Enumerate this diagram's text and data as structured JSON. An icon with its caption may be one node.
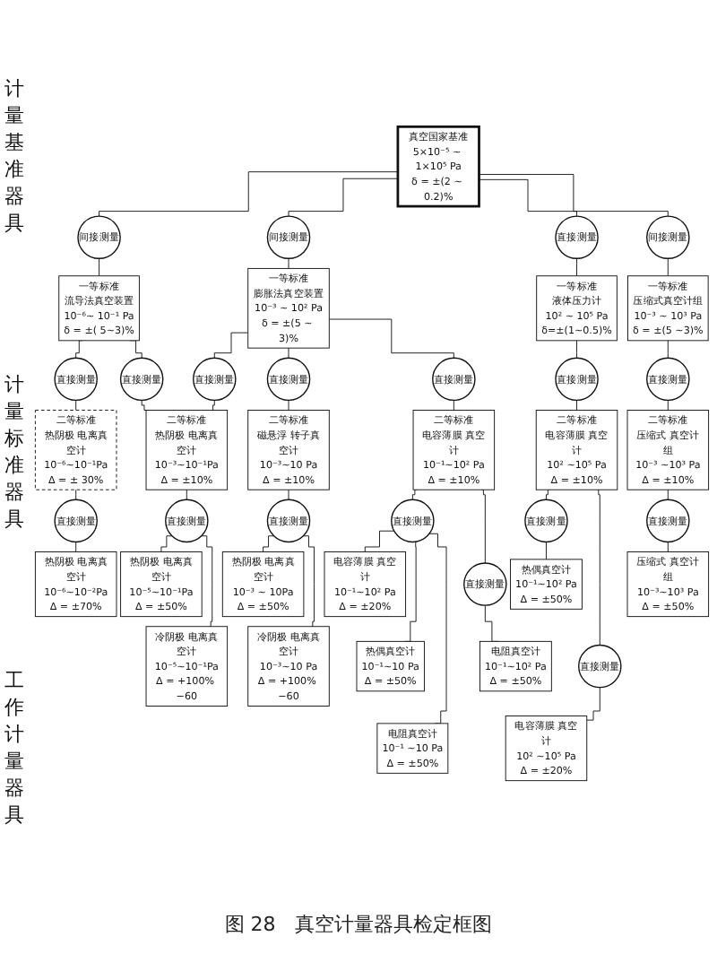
{
  "diagram": {
    "caption": "图 28　真空计量器具检定框图",
    "nodes": [
      {
        "text": [
          "真空国家基准",
          "5×10⁻⁵ ~ 1×10⁵ Pa",
          "δ = ±(2 ~ 0.2)%"
        ]
      },
      {
        "text": [
          "间接测量"
        ]
      },
      {
        "text": [
          "间接测量"
        ]
      },
      {
        "text": [
          "直接测量"
        ]
      },
      {
        "text": [
          "间接测量"
        ]
      },
      {
        "text": [
          "一等标准",
          "流导法真空装置",
          "10⁻⁶~ 10⁻¹ Pa",
          "δ = ±( 5~3)%"
        ]
      },
      {
        "text": [
          "一等标准",
          "膨胀法真空装置",
          "10⁻³ ~ 10² Pa",
          "δ = ±(5 ~ 3)%"
        ]
      },
      {
        "text": [
          "一等标准",
          "液体压力计",
          "10² ~ 10⁵ Pa",
          "δ=±(1~0.5)%"
        ]
      },
      {
        "text": [
          "一等标准",
          "压缩式真空计组",
          "10⁻³ ~ 10³ Pa",
          "δ = ±(5 ~3)%"
        ]
      },
      {
        "text": [
          "直接测量"
        ]
      },
      {
        "text": [
          "直接测量"
        ]
      },
      {
        "text": [
          "直接测量"
        ]
      },
      {
        "text": [
          "直接测量"
        ]
      },
      {
        "text": [
          "直接测量"
        ]
      },
      {
        "text": [
          "直接测量"
        ]
      },
      {
        "text": [
          "直接测量"
        ]
      },
      {
        "text": [
          "二等标准",
          "热阴极 电离真空计",
          "10⁻⁶~10⁻¹Pa",
          "Δ = ± 30%"
        ]
      },
      {
        "text": [
          "二等标准",
          "热阴极 电离真空计",
          "10⁻³~10⁻¹Pa",
          "Δ = ±10%"
        ]
      },
      {
        "text": [
          "二等标准",
          "磁悬浮 转子真空计",
          "10⁻³~10 Pa",
          "Δ = ±10%"
        ]
      },
      {
        "text": [
          "二等标准",
          "电容薄膜 真空计",
          "10⁻¹~10² Pa",
          "Δ = ±10%"
        ]
      },
      {
        "text": [
          "二等标准",
          "电容薄膜 真空计",
          "10² ~10⁵ Pa",
          "Δ = ±10%"
        ]
      },
      {
        "text": [
          "二等标准",
          "压缩式 真空计组",
          "10⁻³ ~10³ Pa",
          "Δ = ±10%"
        ]
      },
      {
        "text": [
          "直接测量"
        ]
      },
      {
        "text": [
          "直接测量"
        ]
      },
      {
        "text": [
          "直接测量"
        ]
      },
      {
        "text": [
          "直接测量"
        ]
      },
      {
        "text": [
          "直接测量"
        ]
      },
      {
        "text": [
          "直接测量"
        ]
      },
      {
        "text": [
          "直接测量"
        ]
      },
      {
        "text": [
          "直接测量"
        ]
      },
      {
        "text": [
          "热阴极 电离真空计",
          "10⁻⁶~10⁻²Pa",
          "Δ = ±70%"
        ]
      },
      {
        "text": [
          "热阴极 电离真空计",
          "10⁻⁵~10⁻¹Pa",
          "Δ = ±50%"
        ]
      },
      {
        "text": [
          "热阴极 电离真空计",
          "10⁻³ ~ 10Pa",
          "Δ = ±50%"
        ]
      },
      {
        "text": [
          "电容薄膜 真空计",
          "10⁻¹~10² Pa",
          "Δ = ±20%"
        ]
      },
      {
        "text": [
          "热偶真空计",
          "10⁻¹~10² Pa",
          "Δ = ±50%"
        ]
      },
      {
        "text": [
          "压缩式 真空计组",
          "10⁻³~10³ Pa",
          "Δ = ±50%"
        ]
      },
      {
        "text": [
          "冷阴极 电离真空计",
          "10⁻⁵~10⁻¹Pa",
          "Δ = +100% −60"
        ]
      },
      {
        "text": [
          "冷阴极 电离真空计",
          "10⁻³~10 Pa",
          "Δ = +100% −60"
        ]
      },
      {
        "text": [
          "热偶真空计",
          "10⁻¹~10 Pa",
          "Δ = ±50%"
        ]
      },
      {
        "text": [
          "电阻真空计",
          "10⁻¹~10² Pa",
          "Δ = ±50%"
        ]
      },
      {
        "text": [
          "电阻真空计",
          "10⁻¹ ~10 Pa",
          "Δ = ±50%"
        ]
      },
      {
        "text": [
          "电容薄膜 真空计",
          "10² ~10⁵ Pa",
          "Δ = ±20%"
        ]
      }
    ],
    "edges": [
      {
        "from": 0,
        "to": 1,
        "arrow": "none"
      },
      {
        "from": 0,
        "to": 2,
        "arrow": "none"
      },
      {
        "from": 0,
        "to": 3,
        "arrow": "none"
      },
      {
        "from": 0,
        "to": 4,
        "arrow": "none"
      },
      {
        "from": 1,
        "to": 5,
        "arrow": "none"
      },
      {
        "from": 2,
        "to": 6,
        "arrow": "none"
      },
      {
        "from": 3,
        "to": 7,
        "arrow": "none"
      },
      {
        "from": 4,
        "to": 8,
        "arrow": "none"
      },
      {
        "from": 5,
        "to": 9,
        "arrow": "none"
      },
      {
        "from": 5,
        "to": 10,
        "arrow": "none"
      },
      {
        "from": 6,
        "to": 11,
        "arrow": "none"
      },
      {
        "from": 6,
        "to": 12,
        "arrow": "none"
      },
      {
        "from": 6,
        "to": 13,
        "arrow": "none"
      },
      {
        "from": 7,
        "to": 14,
        "arrow": "none"
      },
      {
        "from": 8,
        "to": 15,
        "arrow": "none"
      },
      {
        "from": 9,
        "to": 16,
        "arrow": "none"
      },
      {
        "from": 10,
        "to": 17,
        "arrow": "none"
      },
      {
        "from": 11,
        "to": 17,
        "arrow": "none"
      },
      {
        "from": 12,
        "to": 18,
        "arrow": "none"
      },
      {
        "from": 13,
        "to": 19,
        "arrow": "none"
      },
      {
        "from": 14,
        "to": 20,
        "arrow": "none"
      },
      {
        "from": 15,
        "to": 21,
        "arrow": "none"
      },
      {
        "from": 16,
        "to": 22,
        "arrow": "none"
      },
      {
        "from": 17,
        "to": 23,
        "arrow": "none"
      },
      {
        "from": 18,
        "to": 24,
        "arrow": "none"
      },
      {
        "from": 19,
        "to": 25,
        "arrow": "none"
      },
      {
        "from": 19,
        "to": 26,
        "arrow": "none"
      },
      {
        "from": 20,
        "to": 27,
        "arrow": "none"
      },
      {
        "from": 20,
        "to": 28,
        "arrow": "none"
      },
      {
        "from": 21,
        "to": 29,
        "arrow": "none"
      },
      {
        "from": 22,
        "to": 30,
        "arrow": "none"
      },
      {
        "from": 23,
        "to": 31,
        "arrow": "none"
      },
      {
        "from": 23,
        "to": 36,
        "arrow": "none"
      },
      {
        "from": 24,
        "to": 32,
        "arrow": "none"
      },
      {
        "from": 24,
        "to": 37,
        "arrow": "none"
      },
      {
        "from": 25,
        "to": 33,
        "arrow": "none"
      },
      {
        "from": 25,
        "to": 38,
        "arrow": "none"
      },
      {
        "from": 25,
        "to": 40,
        "arrow": "none"
      },
      {
        "from": 26,
        "to": 39,
        "arrow": "none"
      },
      {
        "from": 27,
        "to": 34,
        "arrow": "none"
      },
      {
        "from": 28,
        "to": 41,
        "arrow": "none"
      },
      {
        "from": 29,
        "to": 35,
        "arrow": "none"
      }
    ],
    "labels": [
      "计量基准器具",
      "计量标准器具",
      "工作计量器具"
    ]
  }
}
